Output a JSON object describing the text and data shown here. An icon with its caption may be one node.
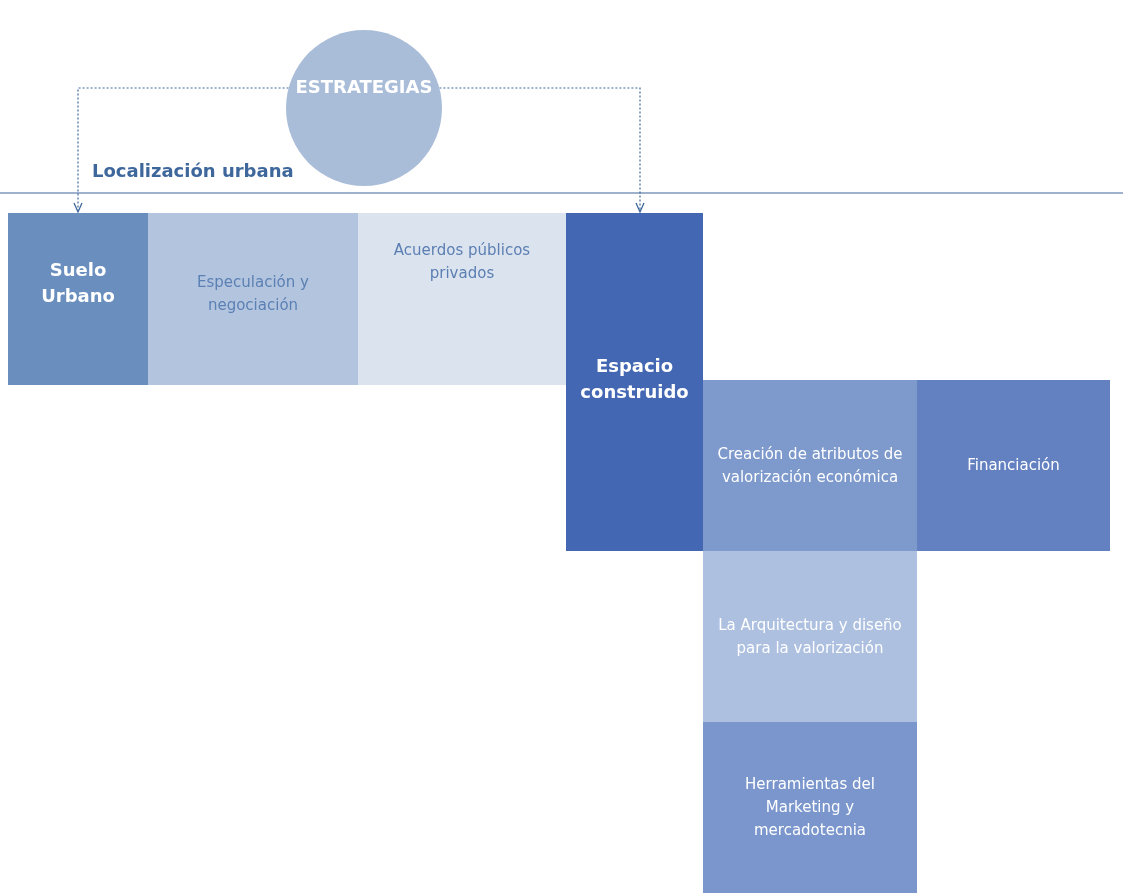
{
  "diagram": {
    "nodes": [
      {
        "text": [
          "ESTRATEGIAS"
        ]
      },
      {
        "text": [
          "Suelo Urbano"
        ]
      },
      {
        "text": [
          "Especulación y negociación"
        ]
      },
      {
        "text": [
          "Acuerdos públicos privados"
        ]
      },
      {
        "text": [
          "Espacio construido"
        ]
      },
      {
        "text": [
          "Creación de atributos de valorización económica"
        ]
      },
      {
        "text": [
          "Financiación"
        ]
      },
      {
        "text": [
          "La Arquitectura y diseño para la valorización"
        ]
      },
      {
        "text": [
          "Herramientas del Marketing y mercadotecnia"
        ]
      }
    ],
    "edges": [
      {
        "from": 0,
        "to": 1,
        "arrow": "to",
        "style": "dashed"
      },
      {
        "from": 0,
        "to": 4,
        "arrow": "to",
        "style": "dashed"
      }
    ],
    "labels": [
      "Localización urbana"
    ]
  }
}
